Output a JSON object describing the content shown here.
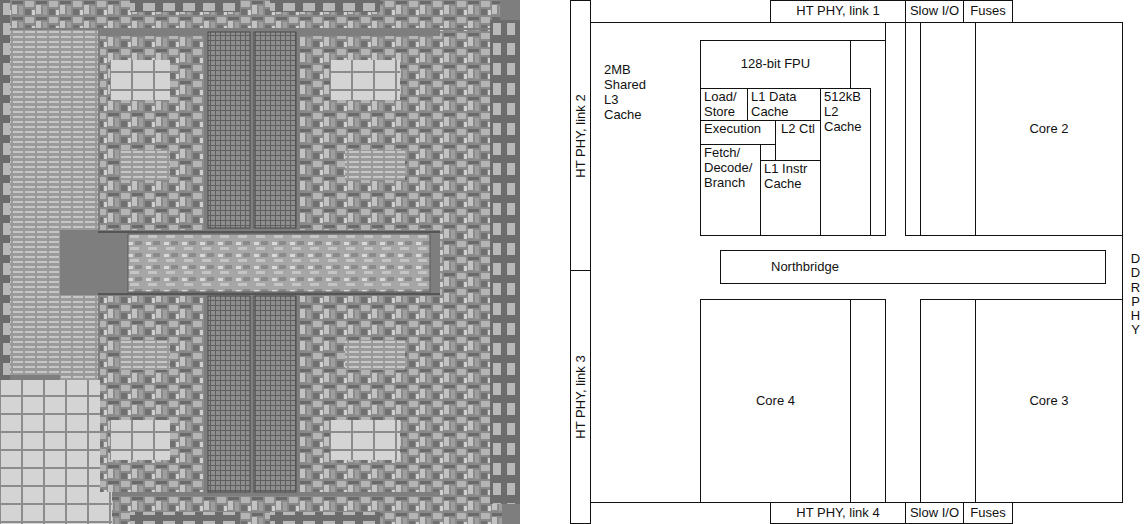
{
  "diagram": {
    "nodes": [
      {
        "text": [
          "HT PHY, link 1"
        ]
      },
      {
        "text": [
          "Slow I/O"
        ]
      },
      {
        "text": [
          "Fuses"
        ]
      },
      {
        "text": [
          "HT PHY, link 2"
        ]
      },
      {
        "text": [
          "2MB Shared L3 Cache"
        ]
      },
      {
        "text": [
          "128-bit FPU"
        ],
        "in": 4
      },
      {
        "text": [
          "Load/ Store"
        ],
        "in": 4
      },
      {
        "text": [
          "L1 Data Cache"
        ],
        "in": 4
      },
      {
        "text": [
          "512kB L2 Cache"
        ],
        "in": 4
      },
      {
        "text": [
          "Execution"
        ],
        "in": 4
      },
      {
        "text": [
          "L2 Ctl"
        ],
        "in": 4
      },
      {
        "text": [
          "Fetch/ Decode/ Branch"
        ],
        "in": 4
      },
      {
        "text": [
          "L1 Instr Cache"
        ],
        "in": 4
      },
      {
        "text": [
          "Core 2"
        ],
        "in": 4
      },
      {
        "text": [
          "Northbridge"
        ],
        "in": 4
      },
      {
        "text": [
          "HT PHY, link 3"
        ]
      },
      {
        "text": [
          "Core 4"
        ],
        "in": 4
      },
      {
        "text": [
          "Core 3"
        ],
        "in": 4
      },
      {
        "text": [
          "HT PHY, link 4"
        ]
      },
      {
        "text": [
          "Slow I/O"
        ]
      },
      {
        "text": [
          "Fuses"
        ]
      }
    ],
    "edges": [],
    "labels": [
      "DDR PHY"
    ]
  }
}
